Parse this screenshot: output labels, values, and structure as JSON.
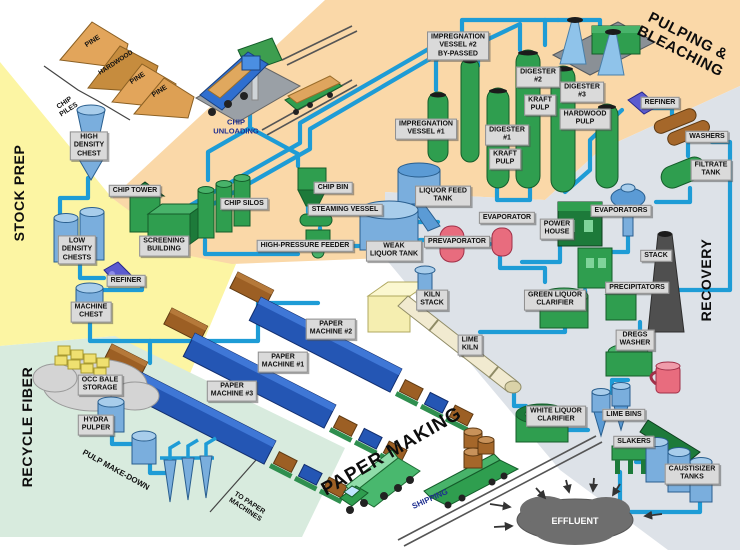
{
  "sections": {
    "stock_prep": "STOCK PREP",
    "pulping_bleaching": "PULPING &\nBLEACHING",
    "recovery": "RECOVERY",
    "recycle_fiber": "RECYCLE FIBER",
    "paper_making": "PAPER MAKING"
  },
  "chip_piles": {
    "label": "CHIP\nPILES",
    "piles": [
      "PINE",
      "HARDWOOD",
      "PINE",
      "PINE"
    ]
  },
  "labels": {
    "high_density_chest": "HIGH\nDENSITY\nCHEST",
    "chip_tower": "CHIP TOWER",
    "screening_building": "SCREENING\nBUILDING",
    "low_density_chests": "LOW\nDENSITY\nCHESTS",
    "refiner_stock": "REFINER",
    "machine_chest": "MACHINE\nCHEST",
    "chip_silos": "CHIP SILOS",
    "chip_bin": "CHIP BIN",
    "steaming_vessel": "STEAMING VESSEL",
    "high_pressure_feeder": "HIGH-PRESSURE FEEDER",
    "impregnation_vessel_2": "IMPREGNATION\nVESSEL #2\nBY-PASSED",
    "impregnation_vessel_1": "IMPREGNATION\nVESSEL #1",
    "digester_2": "DIGESTER\n#2",
    "digester_3": "DIGESTER\n#3",
    "kraft_pulp_a": "KRAFT\nPULP",
    "hardwood_pulp": "HARDWOOD\nPULP",
    "digester_1": "DIGESTER\n#1",
    "kraft_pulp_b": "KRAFT\nPULP",
    "refiner_bleach": "REFINER",
    "washers": "WASHERS",
    "filtrate_tank": "FILTRATE\nTANK",
    "liquor_feed_tank": "LIQUOR FEED\nTANK",
    "weak_liquor_tank": "WEAK\nLIQUOR TANK",
    "prevaporator": "PREVAPORATOR",
    "evaporator": "EVAPORATOR",
    "power_house": "POWER\nHOUSE",
    "evaporators": "EVAPORATORS",
    "green_liquor_clarifier": "GREEN LIQUOR\nCLARIFIER",
    "stack": "STACK",
    "precipitators": "PRECIPITATORS",
    "dregs_washer": "DREGS\nWASHER",
    "kiln_stack": "KILN\nSTACK",
    "lime_kiln": "LIME\nKILN",
    "paper_machine_2": "PAPER\nMACHINE #2",
    "paper_machine_1": "PAPER\nMACHINE #1",
    "paper_machine_3": "PAPER\nMACHINE #3",
    "occ_bale_storage": "OCC BALE\nSTORAGE",
    "hydra_pulper": "HYDRA\nPULPER",
    "white_liquor_clarifier": "WHITE LIQUOR\nCLARIFIER",
    "lime_bins": "LIME BINS",
    "slakers": "SLAKERS",
    "caustisizer_tanks": "CAUSTISIZER\nTANKS"
  },
  "annotations": {
    "chip_unloading": "CHIP\nUNLOADING",
    "pulp_make_down": "PULP MAKE-DOWN",
    "to_paper_machines": "TO PAPER\nMACHINES",
    "shipping": "SHIPPING",
    "effluent": "EFFLUENT"
  },
  "colors": {
    "stock_prep_region": "#FCF5A3",
    "pulping_region": "#FAD8A8",
    "recovery_region": "#DDE2E8",
    "recycle_region": "#D8EBDE",
    "paper_making_region": "#FFFFFF",
    "pipe": "#1E9CD6",
    "label_box": "#DADADA",
    "vessel_green": "#2F9E4F",
    "vessel_blue": "#7AAEDD",
    "vessel_pink": "#E86C7E",
    "machine_blue": "#2456B4",
    "roll_brown": "#9C5F24",
    "chip_pile_tan": "#E2A55B",
    "note_blue": "#1F2F8F",
    "effluent_gray": "#6E6E6E"
  }
}
